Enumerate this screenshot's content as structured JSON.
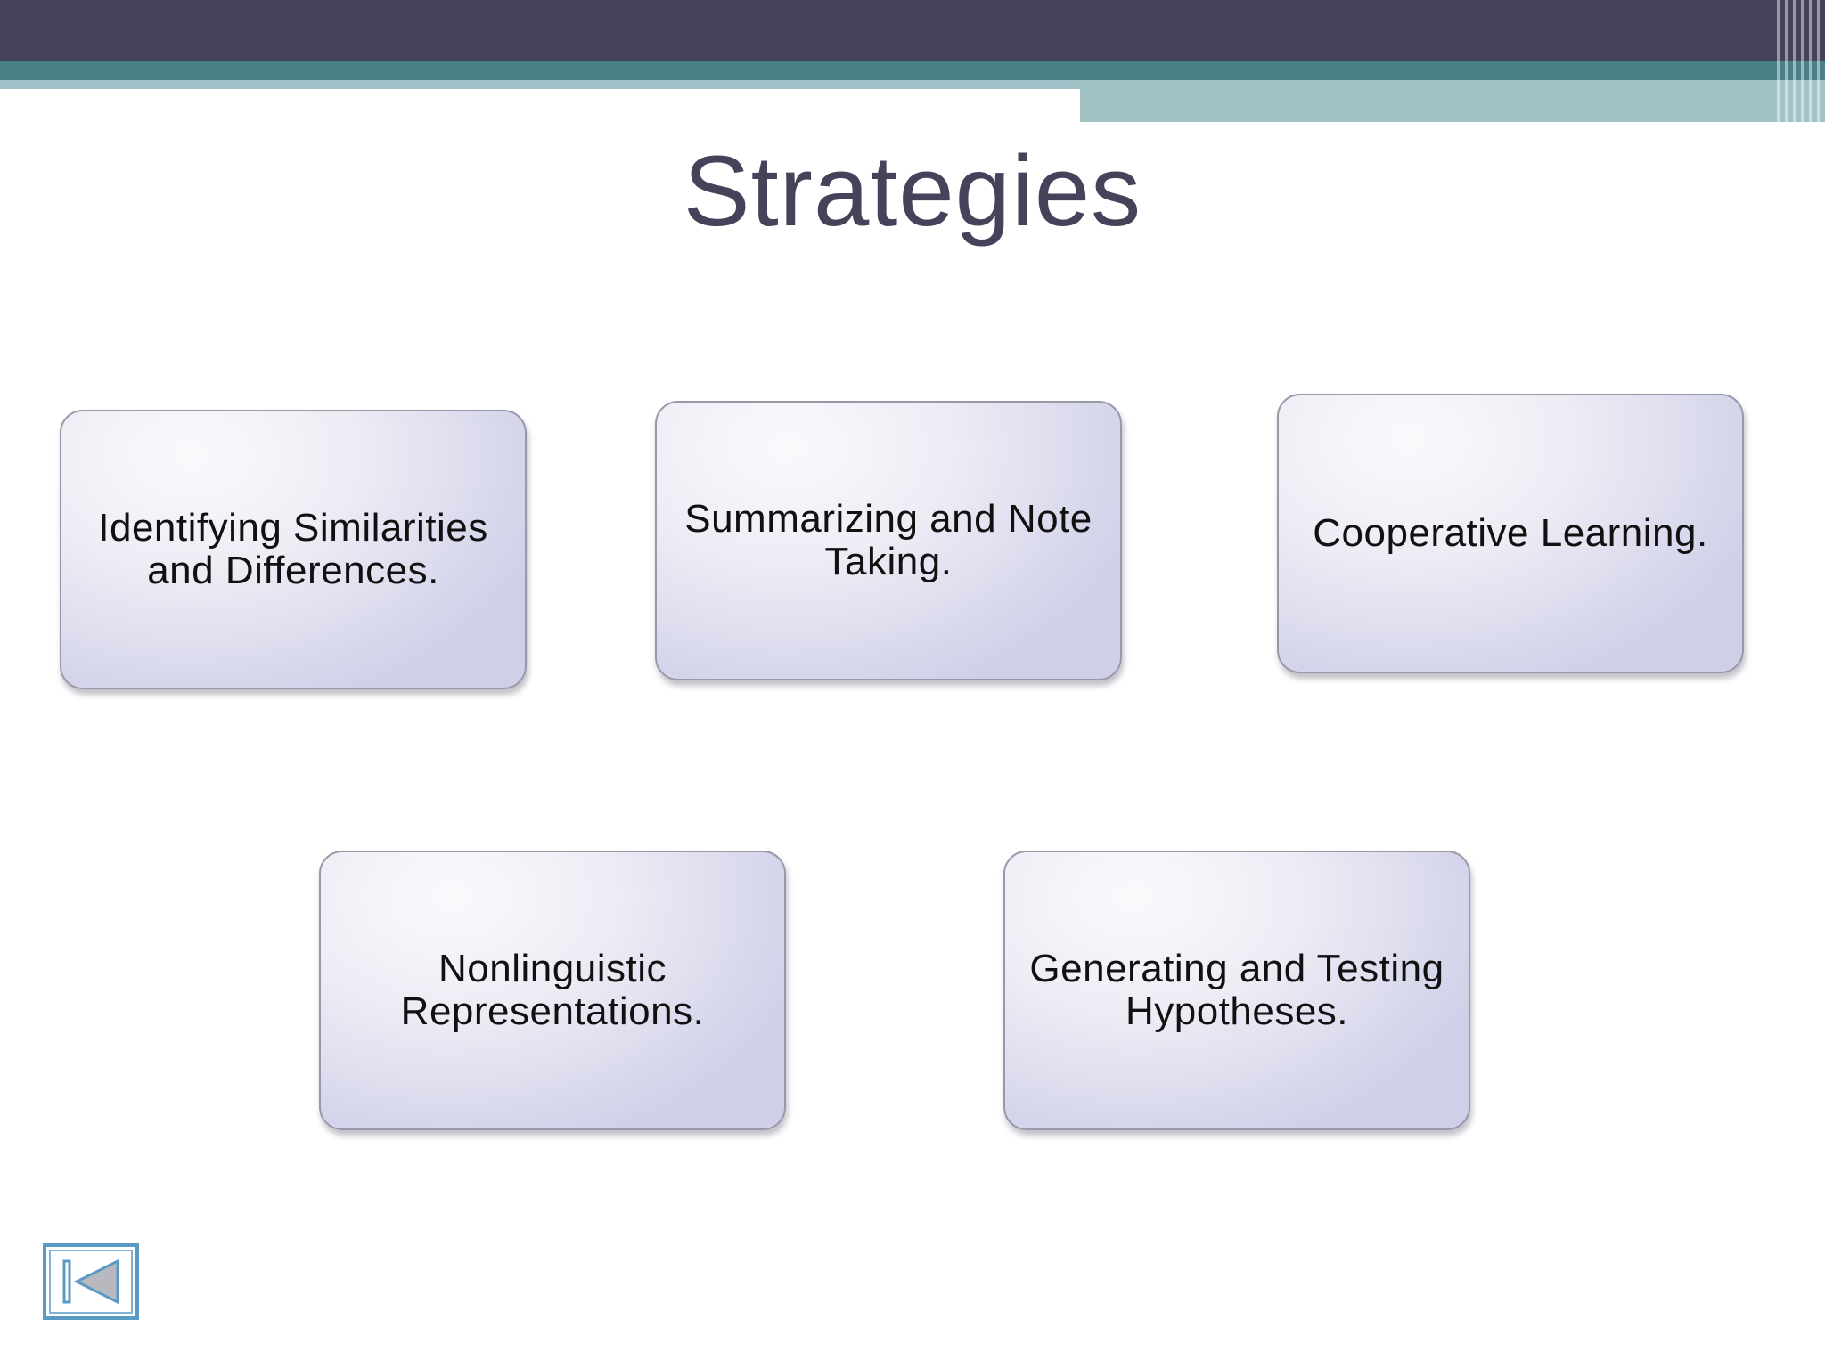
{
  "slide": {
    "title": "Strategies",
    "boxes": [
      {
        "label": "Identifying Similarities and Differences."
      },
      {
        "label": "Summarizing and Note Taking."
      },
      {
        "label": "Cooperative Learning."
      },
      {
        "label": "Nonlinguistic Representations."
      },
      {
        "label": "Generating and Testing Hypotheses."
      }
    ],
    "nav": {
      "icon": "skip-to-first-icon"
    }
  },
  "colors": {
    "header_dark": "#45435a",
    "header_teal": "#4a8189",
    "header_light": "#a3c2c5",
    "title": "#45435a",
    "box_gradient_light": "#fafafd",
    "box_gradient_dark": "#cfcfe8",
    "nav_button": "#5a9bc4"
  }
}
